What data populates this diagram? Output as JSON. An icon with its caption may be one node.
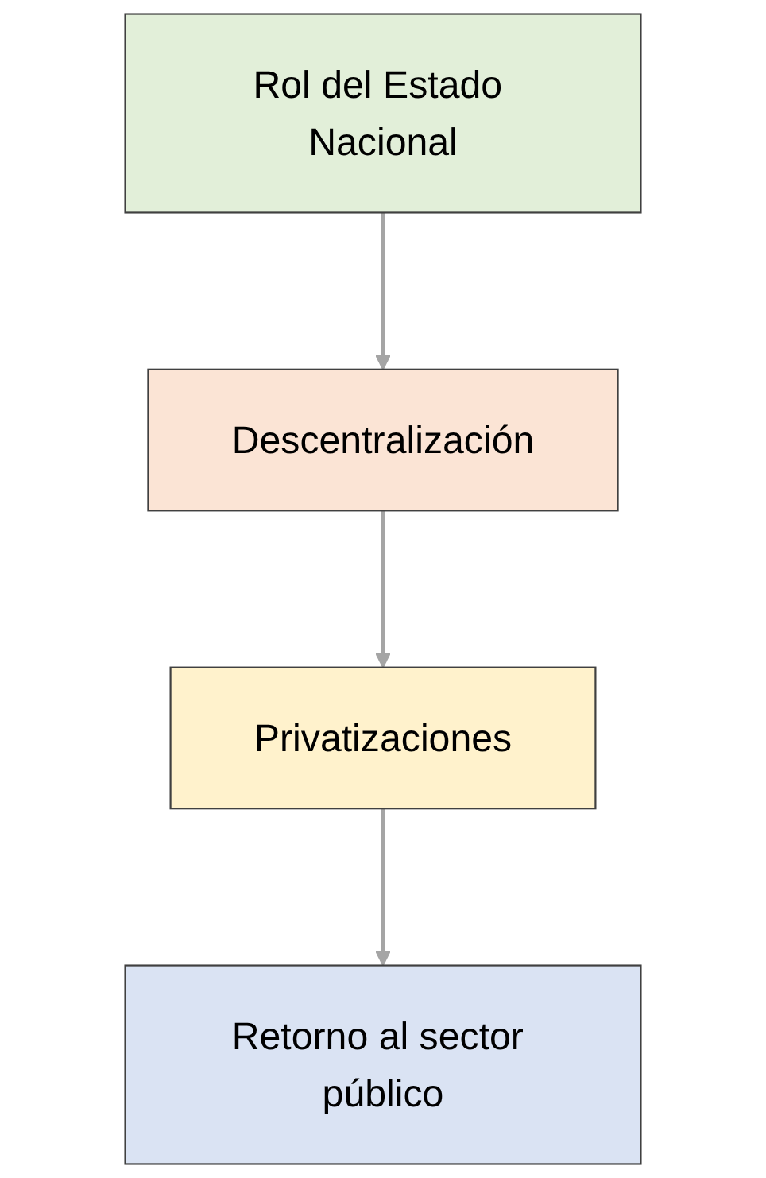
{
  "diagram": {
    "nodes": [
      {
        "text": [
          "Rol del Estado Nacional"
        ]
      },
      {
        "text": [
          "Descentralización"
        ]
      },
      {
        "text": [
          "Privatizaciones"
        ]
      },
      {
        "text": [
          "Retorno al sector público"
        ]
      }
    ],
    "edges": [
      {
        "from": 0,
        "to": 1,
        "arrow": "to"
      },
      {
        "from": 1,
        "to": 2,
        "arrow": "to"
      },
      {
        "from": 2,
        "to": 3,
        "arrow": "to"
      }
    ]
  }
}
